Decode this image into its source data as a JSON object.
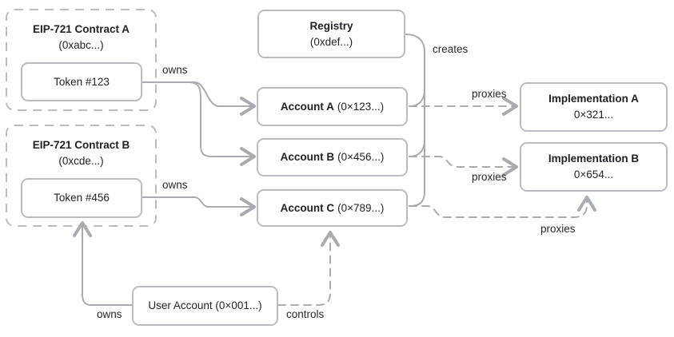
{
  "diagram": {
    "colors": {
      "background": "#ffffff",
      "box_border": "#b9bdc2",
      "connector": "#a8acb1",
      "text": "#1e2126"
    },
    "groups": [
      {
        "title": "EIP-721 Contract A",
        "subtitle": "(0xabc...)"
      },
      {
        "title": "EIP-721 Contract B",
        "subtitle": "(0xcde...)"
      }
    ],
    "nodes": {
      "token_123": {
        "label": "Token #123"
      },
      "token_456": {
        "label": "Token #456"
      },
      "registry": {
        "title": "Registry",
        "subtitle": "(0xdef...)"
      },
      "account_a": {
        "title": "Account A",
        "address": "(0×123...)"
      },
      "account_b": {
        "title": "Account B",
        "address": "(0×456...)"
      },
      "account_c": {
        "title": "Account C",
        "address": "(0×789...)"
      },
      "impl_a": {
        "title": "Implementation A",
        "address": "0×321..."
      },
      "impl_b": {
        "title": "Implementation B",
        "address": "0×654..."
      },
      "user_account": {
        "label": "User Account (0×001...)"
      }
    },
    "edges": [
      {
        "from": "Token #123",
        "to": "Account A",
        "label": "owns",
        "style": "solid"
      },
      {
        "from": "Token #123",
        "to": "Account B",
        "label": "owns",
        "style": "solid"
      },
      {
        "from": "Token #456",
        "to": "Account C",
        "label": "owns",
        "style": "solid"
      },
      {
        "from": "Registry",
        "to": "Account A, Account B, Account C",
        "label": "creates",
        "style": "solid"
      },
      {
        "from": "Account A",
        "to": "Implementation A",
        "label": "proxies",
        "style": "dashed"
      },
      {
        "from": "Account B",
        "to": "Implementation B",
        "label": "proxies",
        "style": "dashed"
      },
      {
        "from": "Account C",
        "to": "Implementation B",
        "label": "proxies",
        "style": "dashed"
      },
      {
        "from": "User Account",
        "to": "Token #456",
        "label": "owns",
        "style": "solid"
      },
      {
        "from": "User Account",
        "to": "Account C",
        "label": "controls",
        "style": "dashed"
      }
    ]
  }
}
